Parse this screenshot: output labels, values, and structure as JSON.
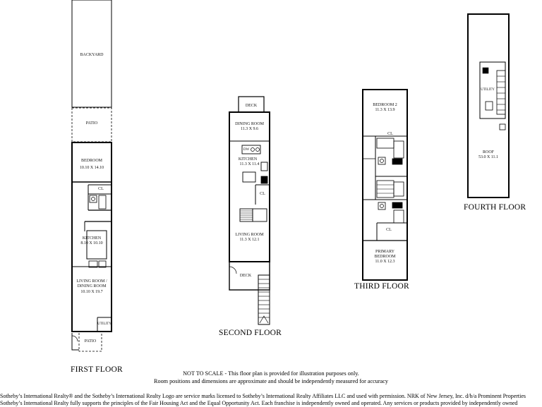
{
  "first_floor": {
    "name": "FIRST FLOOR",
    "rooms": {
      "backyard": "BACKYARD",
      "patio_top": "PATIO",
      "bedroom": "BEDROOM",
      "bedroom_dims": "10.10 X 14.10",
      "closet": "CL",
      "kitchen": "KITCHEN",
      "kitchen_dims": "8.10 X 10.10",
      "living_line1": "LIVING ROOM /",
      "living_line2": "DINING ROOM",
      "living_dims": "10.10 X 19.7",
      "utility": "UTILITY",
      "patio_bottom": "PATIO"
    }
  },
  "second_floor": {
    "name": "SECOND FLOOR",
    "rooms": {
      "deck_top": "DECK",
      "dining": "DINING ROOM",
      "dining_dims": "11.3 X 9.6",
      "kitchen": "KITCHEN",
      "kitchen_dims": "11.3 X 11.4",
      "dw": "DW",
      "closet": "CL",
      "living": "LIVING ROOM",
      "living_dims": "11.3 X 12.1",
      "deck_bottom": "DECK"
    }
  },
  "third_floor": {
    "name": "THIRD FLOOR",
    "rooms": {
      "bedroom2": "BEDROOM 2",
      "bedroom2_dims": "11.3 X 13.9",
      "closet_top": "CL",
      "closet_bottom": "CL",
      "primary_line1": "PRIMARY",
      "primary_line2": "BEDROOM",
      "primary_dims": "11.0 X 12.3"
    }
  },
  "fourth_floor": {
    "name": "FOURTH FLOOR",
    "rooms": {
      "utility": "UTILITY",
      "roof": "ROOF",
      "roof_dims": "53.0 X 11.1"
    }
  },
  "footer": {
    "note_line1": "NOT TO SCALE - This floor plan is provided for illustration purposes only.",
    "note_line2": "Room positions and dimensions are approximate and should be independently measured for accuracy",
    "disclaimer_line1": "Sotheby’s International Realty® and the Sotheby’s International Realty Logo are service marks licensed to Sotheby’s International Realty Affiliates LLC and used with permission. NRK of New Jersey, Inc. d/b/a Prominent Properties",
    "disclaimer_line2": "Sotheby’s International Realty fully supports the principles of the Fair Housing Act and the Equal Opportunity Act. Each franchise is independently owned and operated. Any services or products provided by independently owned"
  }
}
